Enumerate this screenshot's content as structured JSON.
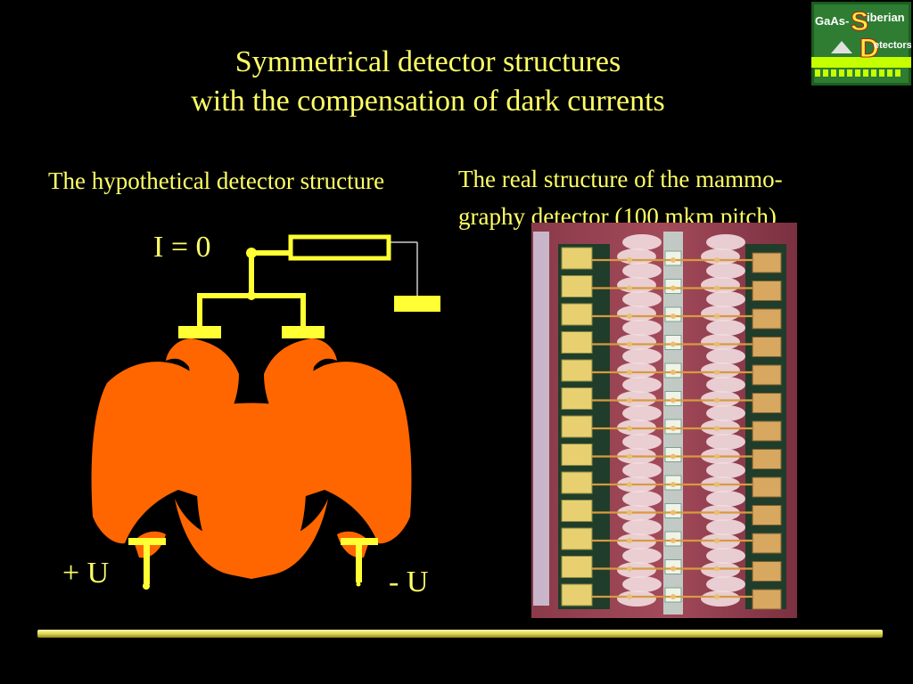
{
  "title": {
    "line1": "Symmetrical detector structures",
    "line2": "with the compensation of dark currents"
  },
  "left_caption": "The hypothetical detector structure",
  "right_caption": {
    "line1": "The real structure of the mammo-",
    "line2": "graphy detector (100 mkm pitch)"
  },
  "labels": {
    "current": "I = 0",
    "plus_voltage": "+ U",
    "minus_voltage": "- U"
  },
  "logo": {
    "part1": "GaAs-",
    "part2": "S",
    "part3": "iberian",
    "part4": "D",
    "part5": "etectors"
  },
  "colors": {
    "background": "#000000",
    "text": "#ffff66",
    "wire": "#ffff33",
    "eagle": "#ff6600",
    "accent_bar": "#d8d24a"
  }
}
